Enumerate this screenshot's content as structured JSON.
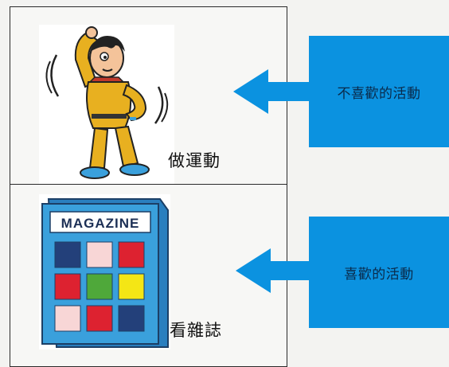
{
  "activities": [
    {
      "caption": "做運動",
      "illustration": "exercising-boy-illustration"
    },
    {
      "caption": "看雜誌",
      "illustration": "magazine-illustration",
      "magazine_title": "MAGAZINE"
    }
  ],
  "callouts": {
    "dislike": {
      "label": "不喜歡的活動"
    },
    "like": {
      "label": "喜歡的活動"
    }
  },
  "colors": {
    "callout_blue": "#0b92e0",
    "magazine_cover": "#3aa0dc",
    "boy_shirt": "#e8b020"
  },
  "magazine_tiles": [
    "navy",
    "pink",
    "red",
    "red",
    "green",
    "yellow",
    "pink",
    "red",
    "navy"
  ]
}
